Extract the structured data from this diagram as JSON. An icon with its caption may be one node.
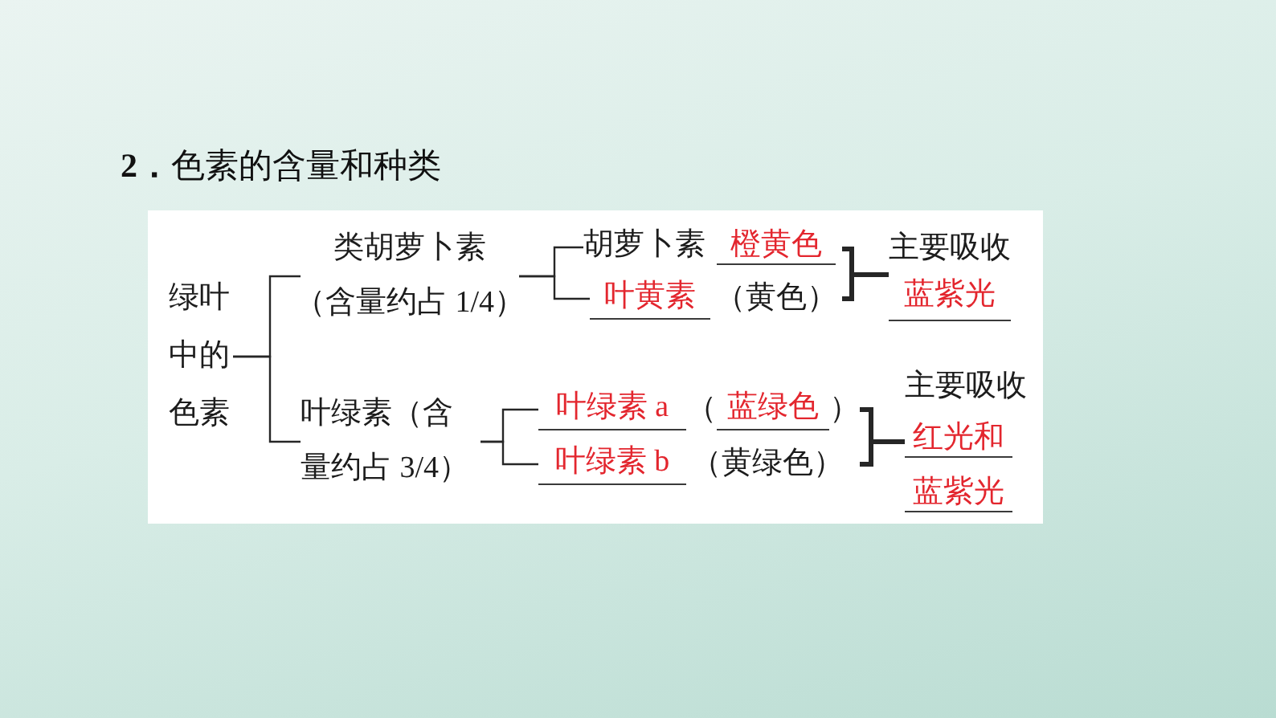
{
  "diagram": {
    "title": "**2．**色素的含量和种类",
    "nodes": [
      {
        "text": [
          "绿叶中的色素"
        ]
      },
      {
        "text": [
          "类胡萝卜素",
          "（含量约占 1/4）"
        ]
      },
      {
        "text": [
          "叶绿素（含量约占 3/4）"
        ]
      },
      {
        "text": [
          "胡萝卜素",
          "橙黄色"
        ]
      },
      {
        "text": [
          "叶黄素",
          "（黄色）"
        ]
      },
      {
        "text": [
          "主要吸收",
          "蓝紫光"
        ]
      },
      {
        "text": [
          "叶绿素 a",
          "（",
          "蓝绿色",
          "）"
        ]
      },
      {
        "text": [
          "叶绿素 b",
          "（黄绿色）"
        ]
      },
      {
        "text": [
          "主要吸收",
          "红光和蓝紫光"
        ]
      }
    ],
    "edges": [
      {
        "from": 0,
        "to": 1,
        "arrow": "none"
      },
      {
        "from": 0,
        "to": 2,
        "arrow": "none"
      },
      {
        "from": 1,
        "to": 3,
        "arrow": "none"
      },
      {
        "from": 1,
        "to": 4,
        "arrow": "none"
      },
      {
        "from": 2,
        "to": 6,
        "arrow": "none"
      },
      {
        "from": 2,
        "to": 7,
        "arrow": "none"
      },
      {
        "from": 3,
        "to": 5,
        "arrow": "none",
        "style": "thick"
      },
      {
        "from": 4,
        "to": 5,
        "arrow": "none",
        "style": "thick"
      },
      {
        "from": 6,
        "to": 8,
        "arrow": "none",
        "style": "thick"
      },
      {
        "from": 7,
        "to": 8,
        "arrow": "none",
        "style": "thick"
      }
    ]
  }
}
